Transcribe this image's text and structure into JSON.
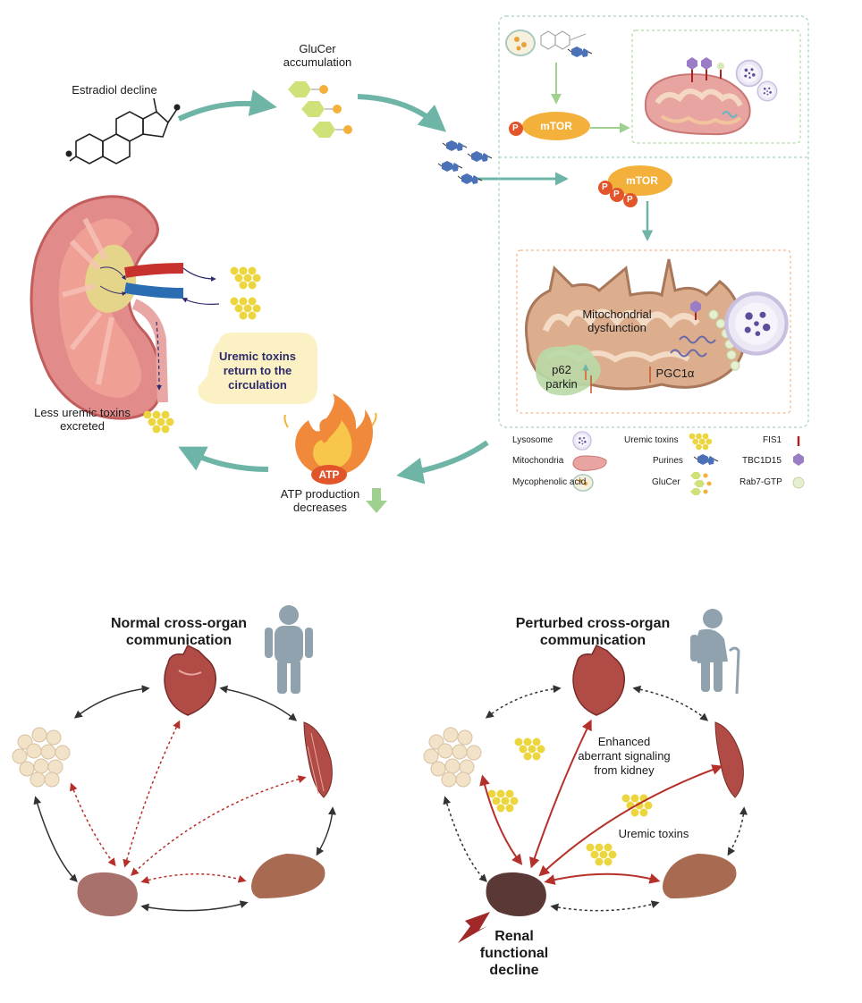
{
  "top": {
    "estradiol_label": "Estradiol decline",
    "glucer_label_1": "GluCer",
    "glucer_label_2": "accumulation",
    "mtor_top": "mTOR",
    "mtor_mid": "mTOR",
    "phospho": "P",
    "mito_dysfunction_1": "Mitochondrial",
    "mito_dysfunction_2": "dysfunction",
    "p62": "p62",
    "parkin": "parkin",
    "pgc1a": "PGC1α",
    "uremic_bubble_1": "Uremic toxins",
    "uremic_bubble_2": "return to the",
    "uremic_bubble_3": "circulation",
    "less_excreted_1": "Less uremic toxins",
    "less_excreted_2": "excreted",
    "atp_label": "ATP",
    "atp_decrease_1": "ATP production",
    "atp_decrease_2": "decreases"
  },
  "legend": {
    "lysosome": "Lysosome",
    "uremic_toxins": "Uremic toxins",
    "fis1": "FIS1",
    "mitochondria": "Mitochondria",
    "purines": "Purines",
    "tbc1d15": "TBC1D15",
    "mycophenolic": "Mycophenolic acid",
    "glucer": "GluCer",
    "rab7": "Rab7-GTP"
  },
  "bottom": {
    "normal_title_1": "Normal cross-organ",
    "normal_title_2": "communication",
    "perturbed_title_1": "Perturbed cross-organ",
    "perturbed_title_2": "communication",
    "enhanced_1": "Enhanced",
    "enhanced_2": "aberrant signaling",
    "enhanced_3": "from kidney",
    "uremic_toxins": "Uremic toxins",
    "renal_1": "Renal",
    "renal_2": "functional",
    "renal_3": "decline"
  },
  "colors": {
    "teal_arrow": "#6fb5a7",
    "mtor_fill": "#f3b13c",
    "phospho_fill": "#e2552a",
    "red_arrow": "#b5302a",
    "dark_arrow": "#333333",
    "person": "#8fa2ad",
    "toxin_yellow": "#ecd63f",
    "glucer_green": "#cfe27a",
    "kidney_pink": "#e28b8b",
    "bubble": "#fbf1c4"
  }
}
